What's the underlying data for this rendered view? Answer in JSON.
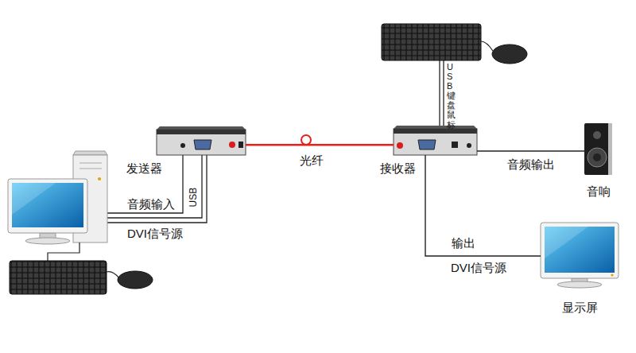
{
  "diagram": {
    "nodes": [
      {
        "text": [
          "发送器"
        ]
      },
      {
        "text": [
          "接收器"
        ]
      },
      {
        "text": [
          "音响"
        ]
      },
      {
        "text": [
          "显示屏"
        ]
      }
    ],
    "edges": [
      {
        "from": 0,
        "to": 1,
        "label": "光纤",
        "arrow": "none"
      },
      {
        "from": 1,
        "to": 2,
        "label": "音频输出",
        "arrow": "none"
      },
      {
        "from": 1,
        "to": 3,
        "label": "输出",
        "arrow": "none"
      }
    ],
    "labels": [
      "音频输入",
      "USB",
      "DVI信号源",
      "USB键盘鼠标",
      "DVI信号源"
    ]
  }
}
